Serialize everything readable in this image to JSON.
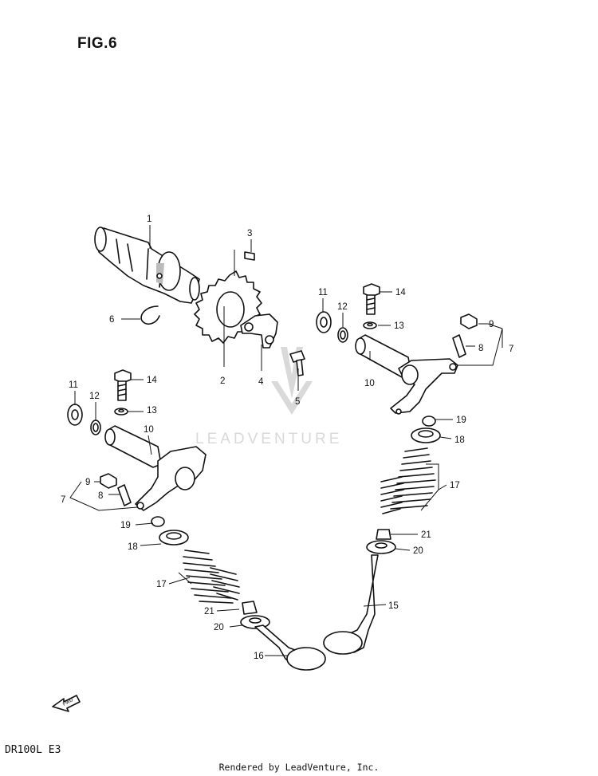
{
  "figure": {
    "title": "FIG.6",
    "model_code": "DR100L E3",
    "footer": "Rendered by LeadVenture, Inc."
  },
  "watermark": {
    "text": "LEADVENTURE"
  },
  "callouts": [
    "1",
    "2",
    "3",
    "4",
    "5",
    "6",
    "7",
    "8",
    "9",
    "10",
    "11",
    "12",
    "13",
    "14",
    "15",
    "16",
    "17",
    "18",
    "19",
    "20",
    "21"
  ],
  "icons": {
    "front_arrow": "fwd-arrow-icon",
    "front_arrow_text": "FWD",
    "watermark_logo": "leadventure-logo-icon"
  }
}
